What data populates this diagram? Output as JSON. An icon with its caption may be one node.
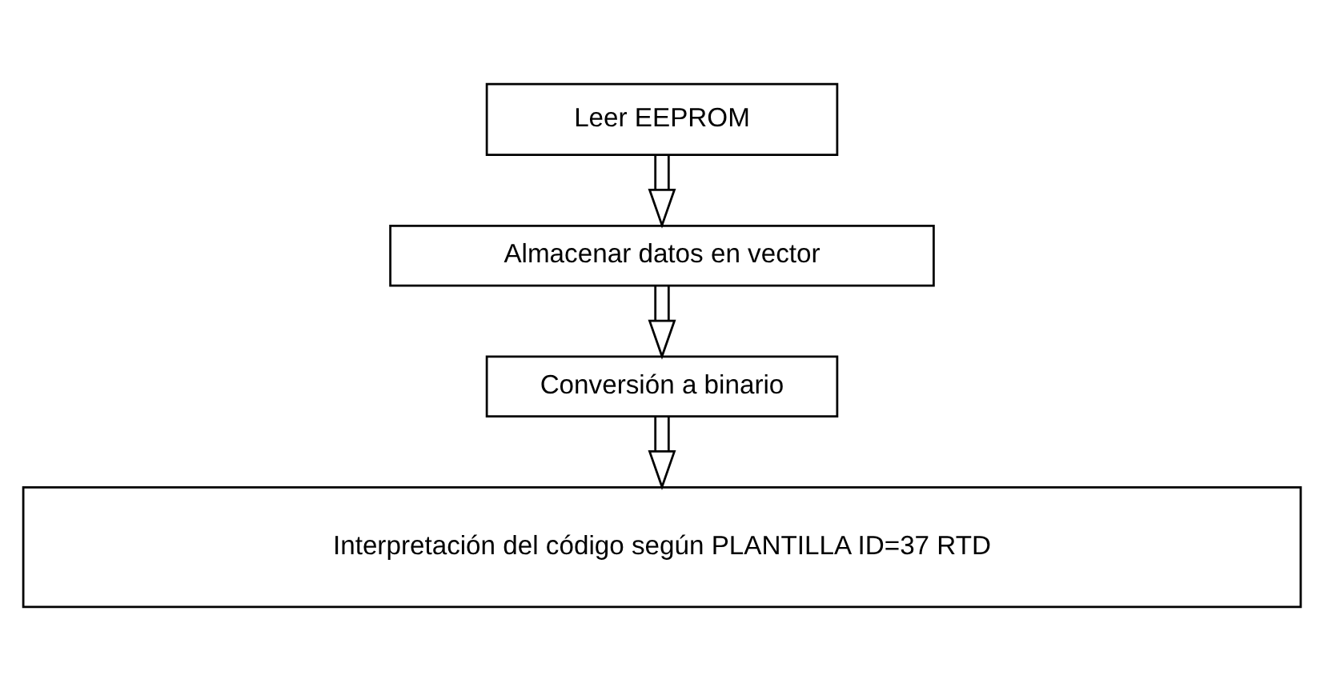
{
  "diagram": {
    "nodes": [
      {
        "text": [
          "Leer EEPROM"
        ]
      },
      {
        "text": [
          "Almacenar datos en vector"
        ]
      },
      {
        "text": [
          "Conversión a binario"
        ]
      },
      {
        "text": [
          "Interpretación del código según PLANTILLA ID=37 RTD"
        ]
      }
    ],
    "edges": [
      {
        "from": 0,
        "to": 1,
        "arrow": "to"
      },
      {
        "from": 1,
        "to": 2,
        "arrow": "to"
      },
      {
        "from": 2,
        "to": 3,
        "arrow": "to"
      }
    ]
  }
}
